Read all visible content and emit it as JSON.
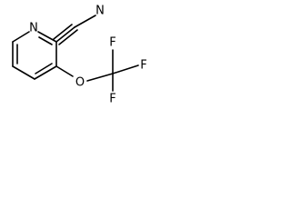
{
  "molecule": {
    "atoms": {
      "ring_nitrogen": "N",
      "nitrile_nitrogen": "N",
      "ether_oxygen": "O",
      "fluorine_right": "F",
      "fluorine_top": "F",
      "fluorine_bottom": "F"
    }
  }
}
